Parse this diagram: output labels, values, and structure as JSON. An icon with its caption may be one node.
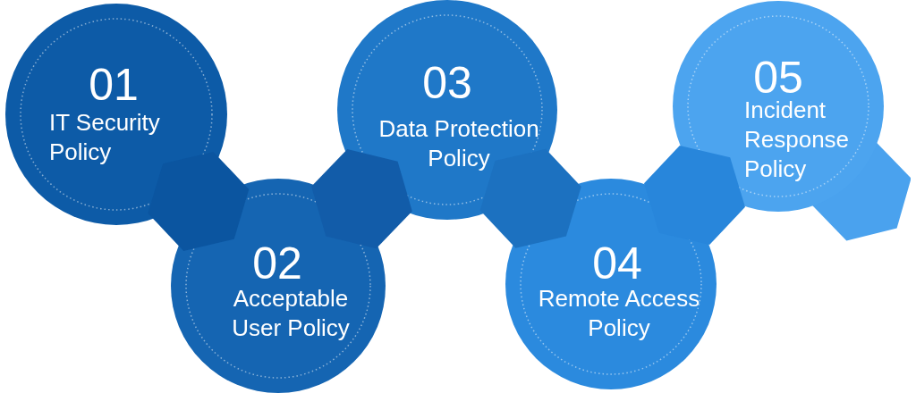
{
  "diagram": {
    "nodes": [
      {
        "text": [
          "01",
          "IT Security Policy"
        ]
      },
      {
        "text": [
          "02",
          "Acceptable User Policy"
        ]
      },
      {
        "text": [
          "03",
          "Data Protection Policy"
        ]
      },
      {
        "text": [
          "04",
          "Remote Access Policy"
        ]
      },
      {
        "text": [
          "05",
          "Incident Response Policy"
        ]
      },
      {
        "text": [],
        "shape": "hexagon"
      }
    ],
    "edges": [
      {
        "from": 0,
        "to": 1,
        "arrow": "none"
      },
      {
        "from": 1,
        "to": 2,
        "arrow": "none"
      },
      {
        "from": 2,
        "to": 3,
        "arrow": "none"
      },
      {
        "from": 3,
        "to": 4,
        "arrow": "none"
      }
    ]
  }
}
